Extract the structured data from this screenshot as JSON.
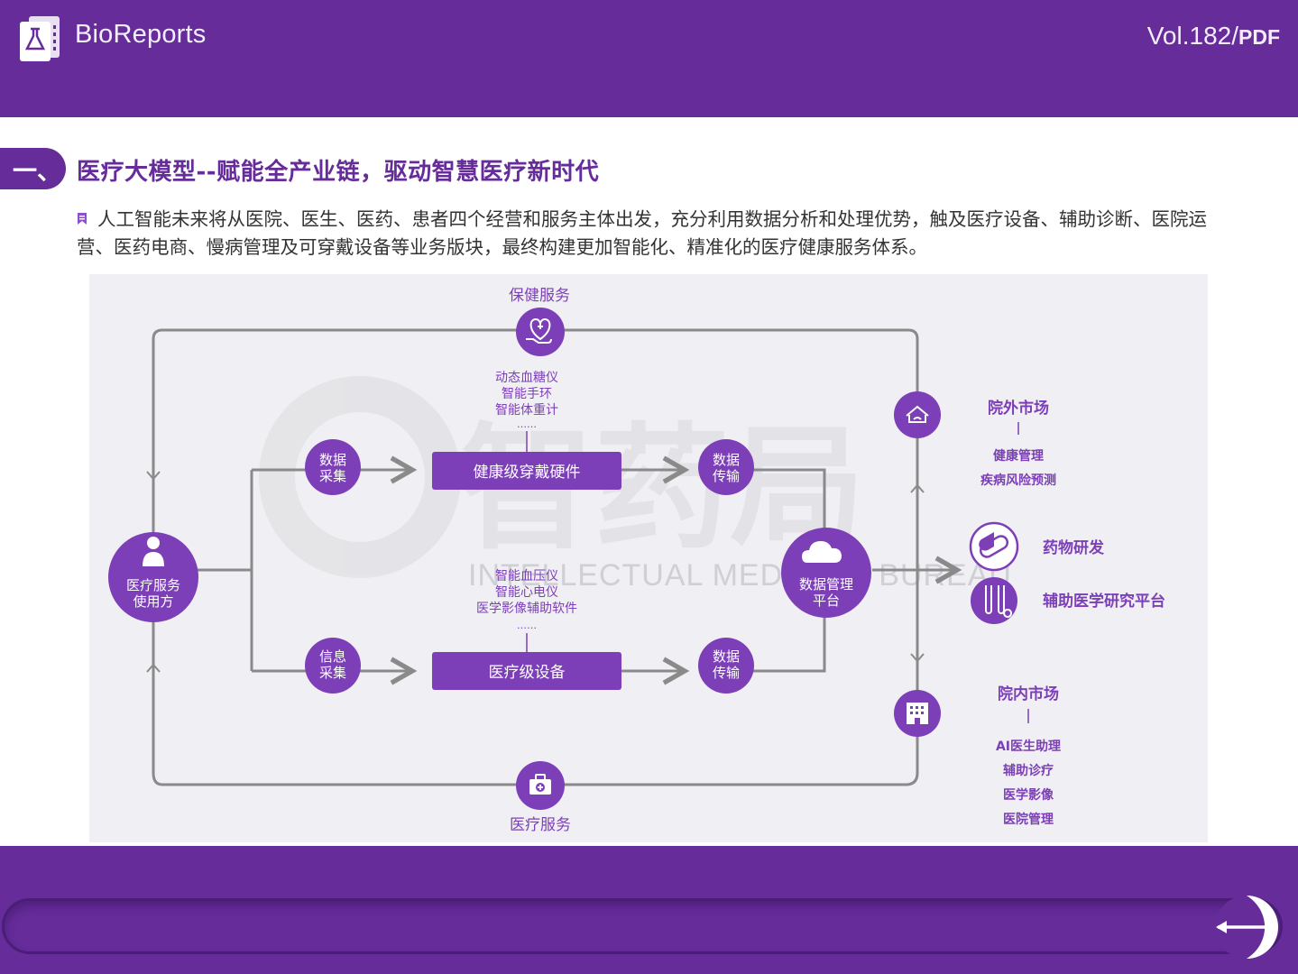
{
  "header": {
    "brand": "BioReports",
    "vol_prefix": "Vol.182/",
    "vol_suffix": "PDF"
  },
  "section": {
    "number": "一、",
    "title": "医疗大模型--赋能全产业链，驱动智慧医疗新时代",
    "paragraph": "人工智能未来将从医院、医生、医药、患者四个经营和服务主体出发，充分利用数据分析和处理优势，触及医疗设备、辅助诊断、医院运营、医药电商、慢病管理及可穿戴设备等业务版块，最终构建更加智能化、精准化的医疗健康服务体系。"
  },
  "diagram": {
    "top_label": "保健服务",
    "bottom_label": "医疗服务",
    "user_label": [
      "医疗服务",
      "使用方"
    ],
    "collect_top": [
      "数据",
      "采集"
    ],
    "collect_bottom": [
      "信息",
      "采集"
    ],
    "transmit_top": [
      "数据",
      "传输"
    ],
    "transmit_bottom": [
      "数据",
      "传输"
    ],
    "wearable_box": "健康级穿戴硬件",
    "medical_box": "医疗级设备",
    "wearable_items": [
      "动态血糖仪",
      "智能手环",
      "智能体重计",
      "……"
    ],
    "medical_items": [
      "智能血压仪",
      "智能心电仪",
      "医学影像辅助软件",
      "……"
    ],
    "platform_label": [
      "数据管理",
      "平台"
    ],
    "outside_market": {
      "title": "院外市场",
      "items": [
        "健康管理",
        "疾病风险预测"
      ]
    },
    "drug_rd": "药物研发",
    "research_platform": "辅助医学研究平台",
    "inside_market": {
      "title": "院内市场",
      "items": [
        "AI医生助理",
        "辅助诊疗",
        "医学影像",
        "医院管理"
      ]
    },
    "watermark_cn": "智药局",
    "watermark_en": "INTELLECTUAL MEDICINE BUREAU"
  },
  "colors": {
    "purple": "#652c9a",
    "box": "#7c3fb8",
    "gray_line": "#8a8a8a",
    "panel": "#f0eff3"
  },
  "icons": [
    "logo-icon",
    "heart-hand-icon",
    "person-icon",
    "cloud-icon",
    "house-icon",
    "pill-icon",
    "test-tube-icon",
    "hospital-icon",
    "medical-kit-icon",
    "back-arrow-icon",
    "bookmark-icon"
  ]
}
